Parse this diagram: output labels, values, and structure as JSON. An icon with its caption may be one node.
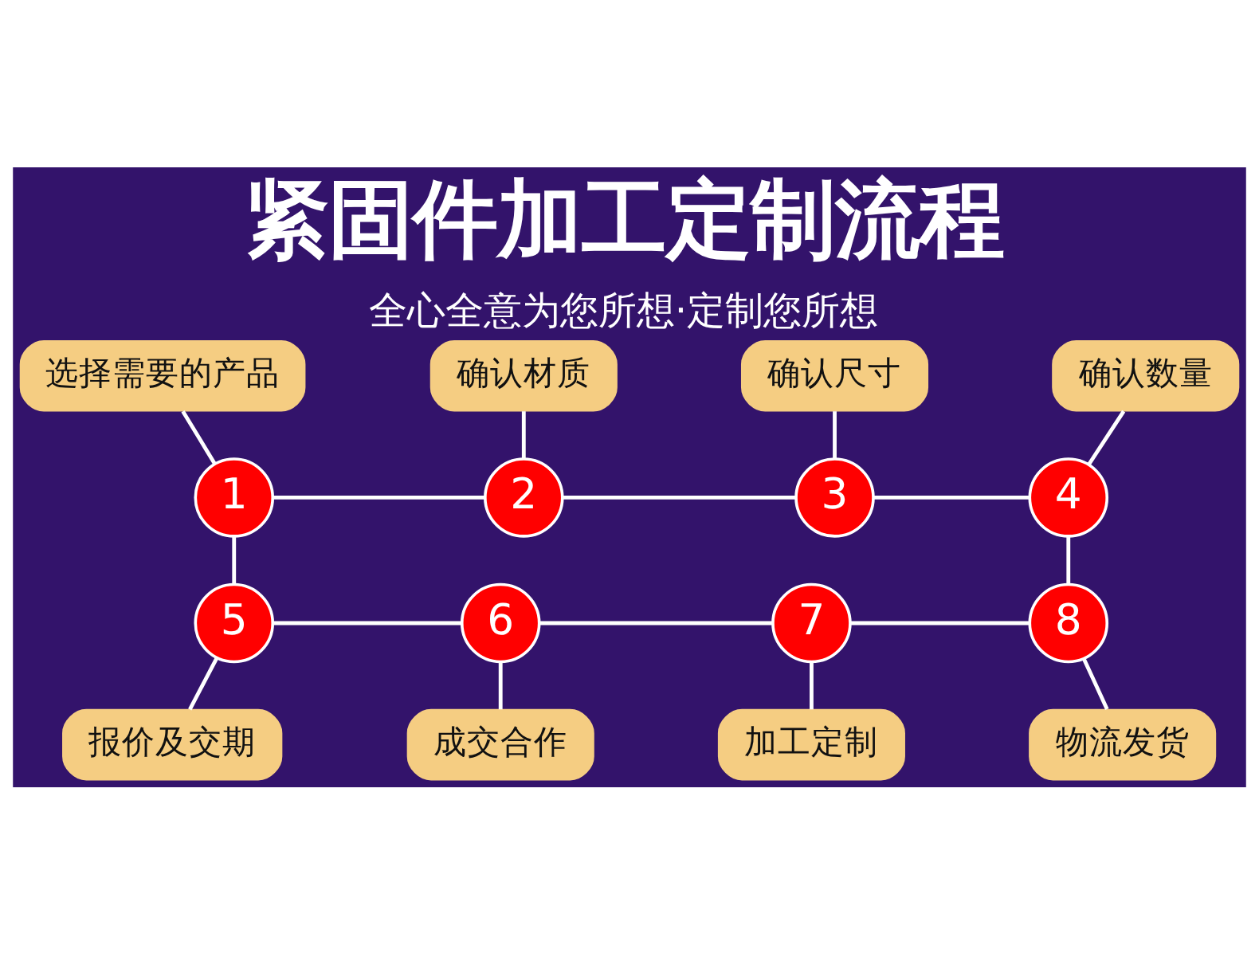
{
  "diagram": {
    "title": "紧固件加工定制流程",
    "caption": "全心全意为您所想·定制您所想",
    "nodes": [
      {
        "text": [
          "选择需要的产品"
        ]
      },
      {
        "text": [
          "确认材质"
        ]
      },
      {
        "text": [
          "确认尺寸"
        ]
      },
      {
        "text": [
          "确认数量"
        ]
      },
      {
        "text": [
          "1"
        ]
      },
      {
        "text": [
          "2"
        ]
      },
      {
        "text": [
          "3"
        ]
      },
      {
        "text": [
          "4"
        ]
      },
      {
        "text": [
          "5"
        ]
      },
      {
        "text": [
          "6"
        ]
      },
      {
        "text": [
          "7"
        ]
      },
      {
        "text": [
          "8"
        ]
      },
      {
        "text": [
          "报价及交期"
        ]
      },
      {
        "text": [
          "成交合作"
        ]
      },
      {
        "text": [
          "加工定制"
        ]
      },
      {
        "text": [
          "物流发货"
        ]
      }
    ],
    "edges": [
      {
        "from": 0,
        "to": 4,
        "arrow": "none"
      },
      {
        "from": 1,
        "to": 5,
        "arrow": "none"
      },
      {
        "from": 2,
        "to": 6,
        "arrow": "none"
      },
      {
        "from": 3,
        "to": 7,
        "arrow": "none"
      },
      {
        "from": 4,
        "to": 5,
        "arrow": "none"
      },
      {
        "from": 5,
        "to": 6,
        "arrow": "none"
      },
      {
        "from": 6,
        "to": 7,
        "arrow": "none"
      },
      {
        "from": 4,
        "to": 8,
        "arrow": "none"
      },
      {
        "from": 7,
        "to": 11,
        "arrow": "none"
      },
      {
        "from": 8,
        "to": 9,
        "arrow": "none"
      },
      {
        "from": 9,
        "to": 10,
        "arrow": "none"
      },
      {
        "from": 10,
        "to": 11,
        "arrow": "none"
      },
      {
        "from": 8,
        "to": 12,
        "arrow": "none"
      },
      {
        "from": 9,
        "to": 13,
        "arrow": "none"
      },
      {
        "from": 10,
        "to": 14,
        "arrow": "none"
      },
      {
        "from": 11,
        "to": 15,
        "arrow": "none"
      }
    ]
  }
}
